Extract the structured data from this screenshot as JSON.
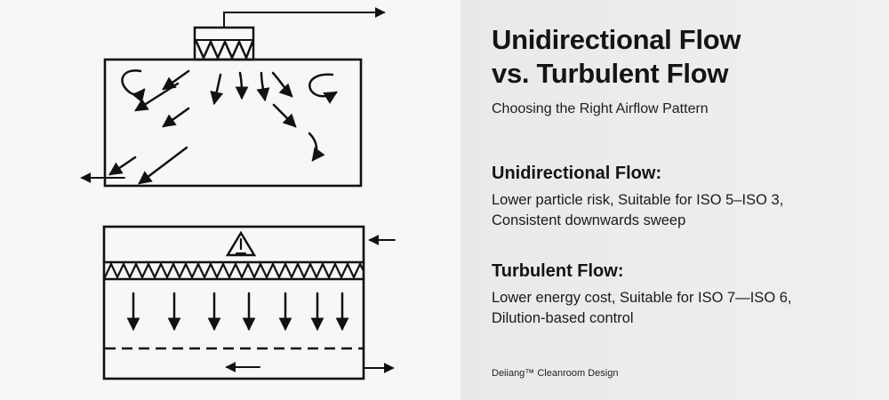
{
  "title_line_1": "Unidirectional Flow",
  "title_line_2": "vs. Turbulent Flow",
  "subtitle": "Choosing the Right Airflow Pattern",
  "sections": [
    {
      "heading": "Unidirectional Flow:",
      "line_1": "Lower particle risk, Suitable for ISO 5–ISO 3,",
      "line_2": "Consistent downwards sweep"
    },
    {
      "heading": "Turbulent Flow:",
      "line_1": "Lower energy cost, Suitable for ISO 7—ISO 6,",
      "line_2": "Dilution-based control"
    }
  ],
  "credit": "Deiiang™ Cleanroom Design",
  "colors": {
    "ink": "#111111",
    "panel_background": "#ececec",
    "diagram_background": "#f7f7f5"
  },
  "icons": [
    "warning-triangle-icon",
    "hepa-filter-zigzag",
    "airflow-arrow"
  ]
}
